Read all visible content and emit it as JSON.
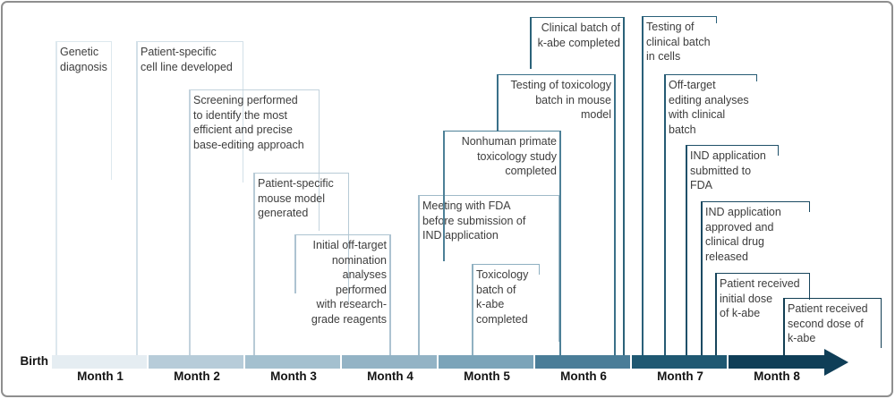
{
  "figure": {
    "type": "timeline",
    "birth_label": "Birth",
    "frame_border_color": "#8f8f8f",
    "text_color": "#3d3d3d",
    "axis_text_color": "#141414",
    "arrow_color": "#0f3e57",
    "months": [
      {
        "label": "Month 1",
        "color": "#e5edf2"
      },
      {
        "label": "Month 2",
        "color": "#b7ccd9"
      },
      {
        "label": "Month 3",
        "color": "#a4c0cf"
      },
      {
        "label": "Month 4",
        "color": "#93b3c5"
      },
      {
        "label": "Month 5",
        "color": "#7ba4b9"
      },
      {
        "label": "Month 6",
        "color": "#4a7d98"
      },
      {
        "label": "Month 7",
        "color": "#1f5872"
      },
      {
        "label": "Month 8",
        "color": "#0f3e57"
      }
    ],
    "events": [
      {
        "id": "genetic-diagnosis",
        "text": "Genetic\ndiagnosis",
        "align": "left",
        "color": "#dde8ee"
      },
      {
        "id": "cell-line-developed",
        "text": "Patient-specific\ncell line developed",
        "align": "left",
        "color": "#d3e0e8"
      },
      {
        "id": "screening",
        "text": "Screening performed\nto identify the most\nefficient and precise\nbase-editing approach",
        "align": "left",
        "color": "#c3d3dd"
      },
      {
        "id": "mouse-model",
        "text": "Patient-specific\nmouse model\ngenerated",
        "align": "left",
        "color": "#b7cad6"
      },
      {
        "id": "initial-off-target",
        "text": "Initial off-target\nnomination\nanalyses\nperformed\nwith research-\ngrade reagents",
        "align": "right",
        "color": "#adc3d1"
      },
      {
        "id": "fda-meeting",
        "text": "Meeting with FDA\nbefore submission of\nIND application",
        "align": "left",
        "color": "#9fbac9"
      },
      {
        "id": "toxicology-batch-completed",
        "text": "Toxicology\nbatch of\nk-abe\ncompleted",
        "align": "left",
        "color": "#8fb0c1"
      },
      {
        "id": "nonhuman-primate",
        "text": "Nonhuman primate\ntoxicology study\ncompleted",
        "align": "right",
        "color": "#4d8097"
      },
      {
        "id": "toxicology-testing-mouse",
        "text": "Testing of toxicology\nbatch in mouse\nmodel",
        "align": "right",
        "color": "#3a7089"
      },
      {
        "id": "clinical-batch-completed",
        "text": "Clinical batch of\nk-abe completed",
        "align": "right",
        "color": "#2b6279"
      },
      {
        "id": "testing-clinical-cells",
        "text": "Testing of\nclinical batch\nin cells",
        "align": "left",
        "color": "#295f79"
      },
      {
        "id": "off-target-editing-clinical",
        "text": "Off-target\nediting analyses\nwith clinical\nbatch",
        "align": "left",
        "color": "#255a73"
      },
      {
        "id": "ind-submitted",
        "text": "IND application\nsubmitted to\nFDA",
        "align": "left",
        "color": "#1f5069"
      },
      {
        "id": "ind-approved",
        "text": "IND application\napproved and\nclinical drug\nreleased",
        "align": "left",
        "color": "#1b4a62"
      },
      {
        "id": "initial-dose",
        "text": "Patient received\ninitial dose\nof k-abe",
        "align": "left",
        "color": "#17445b"
      },
      {
        "id": "second-dose",
        "text": "Patient received\nsecond dose of\nk-abe",
        "align": "left",
        "color": "#123e54"
      }
    ]
  }
}
